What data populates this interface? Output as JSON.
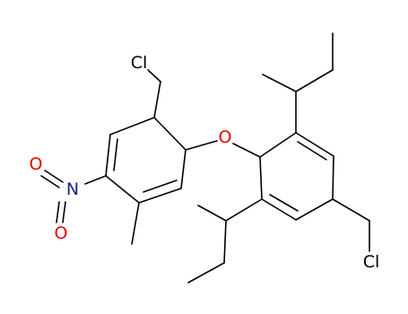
{
  "molecule": {
    "atoms": {
      "cl_top": "Cl",
      "cl_bottom": "Cl",
      "o_ether": "O",
      "o_nitro_upper": "O",
      "o_nitro_lower": "O",
      "n_nitro": "N"
    },
    "colors": {
      "bond": "#000000",
      "carbon": "#000000",
      "chlorine": "#000000",
      "oxygen": "#e60000",
      "nitrogen": "#1a1aa0"
    }
  }
}
